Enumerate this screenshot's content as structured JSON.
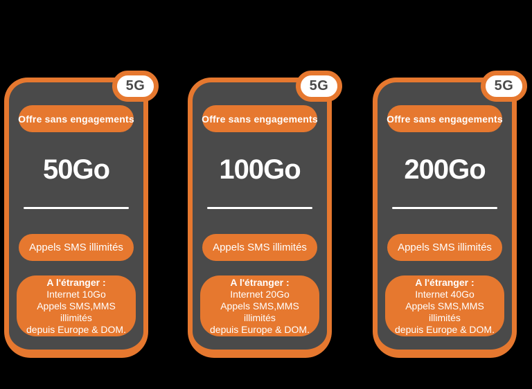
{
  "colors": {
    "background": "#000000",
    "accent_orange": "#E6782F",
    "card_gray": "#4A4A4A",
    "text_white": "#FFFFFF",
    "badge_text_gray": "#4A4A4A"
  },
  "cards": [
    {
      "badge_label": "5G",
      "offer_tag": "Offre sans engagements",
      "data_amount": "50Go",
      "calls_label": "Appels SMS illimités",
      "abroad_title": "A l'étranger :",
      "abroad_lines": [
        "Internet 10Go",
        "Appels SMS,MMS",
        "illimités",
        "depuis Europe & DOM."
      ]
    },
    {
      "badge_label": "5G",
      "offer_tag": "Offre sans engagements",
      "data_amount": "100Go",
      "calls_label": "Appels SMS illimités",
      "abroad_title": "A l'étranger :",
      "abroad_lines": [
        "Internet 20Go",
        "Appels SMS,MMS",
        "illimités",
        "depuis Europe & DOM."
      ]
    },
    {
      "badge_label": "5G",
      "offer_tag": "Offre sans engagements",
      "data_amount": "200Go",
      "calls_label": "Appels SMS illimités",
      "abroad_title": "A l'étranger :",
      "abroad_lines": [
        "Internet 40Go",
        "Appels SMS,MMS",
        "illimités",
        "depuis Europe & DOM."
      ]
    }
  ]
}
